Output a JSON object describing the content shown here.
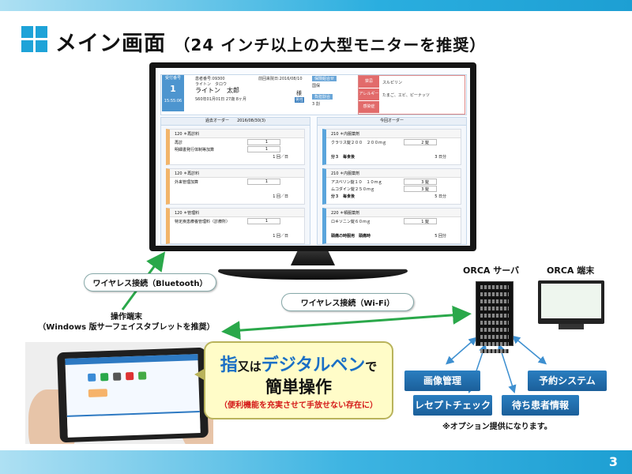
{
  "title": {
    "main": "メイン画面",
    "sub": "（24 インチ以上の大型モニターを推奨）"
  },
  "page_number": "3",
  "monitor_screen": {
    "patient_no_label": "受付番号",
    "patient_no": "1",
    "patient_time": "15:55:06",
    "patient_id": "患者番号:09300",
    "last_visit": "前回来院日:2016/08/10",
    "insurance_label": "保険組合せ",
    "insurance": "国保",
    "kana": "ライトン　タロウ",
    "name": "ライトン　太郎",
    "honorific": "様",
    "dob": "S60年01月01日 27歳 8ヶ月",
    "sex": "男性",
    "burden_label": "負担割合",
    "burden": "3 割",
    "allergy": [
      {
        "label": "禁忌",
        "value": "スルピリン"
      },
      {
        "label": "アレルギー",
        "value": "たまご、エビ、ピーナッツ"
      },
      {
        "label": "感染症",
        "value": ""
      }
    ],
    "left_panel": {
      "title": "過去オーダー",
      "date": "2016/08/30(3)",
      "cards": [
        {
          "code": "120",
          "title": "＊再診料",
          "lines": [
            {
              "name": "再診",
              "qty": "1"
            },
            {
              "name": "明細書発行体制等加算",
              "qty": "1"
            }
          ],
          "total": "1 回／日"
        },
        {
          "code": "120",
          "title": "＊再診料",
          "lines": [
            {
              "name": "外来管理加算",
              "qty": "1"
            }
          ],
          "total": "1 回／日"
        },
        {
          "code": "120",
          "title": "＊管理料",
          "lines": [
            {
              "name": "特定疾患療養管理料（診療所）",
              "qty": "1"
            }
          ],
          "total": "1 回／日"
        }
      ]
    },
    "right_panel": {
      "title": "今回オーダー",
      "cards": [
        {
          "code": "210",
          "title": "＊内服薬剤",
          "lines": [
            {
              "name": "クラリス錠２００　２００ｍｇ",
              "qty": "2 錠"
            }
          ],
          "usage": "分３　毎食後",
          "total": "3 日分"
        },
        {
          "code": "210",
          "title": "＊内服薬剤",
          "lines": [
            {
              "name": "アスベリン錠１０　１０ｍｇ",
              "qty": "3 錠"
            },
            {
              "name": "ムコダイン錠２５０ｍｇ",
              "qty": "3 錠"
            }
          ],
          "usage": "分３　毎食後",
          "total": "5 日分"
        },
        {
          "code": "220",
          "title": "＊頓服薬剤",
          "lines": [
            {
              "name": "ロキソニン錠６０ｍｇ",
              "qty": "1 錠"
            }
          ],
          "usage": "頭痛の時服用　頭痛時",
          "total": "5 回分"
        }
      ]
    }
  },
  "labels": {
    "bluetooth": "ワイヤレス接続（Bluetooth）",
    "wifi": "ワイヤレス接続（Wi-Fi）",
    "terminal_title": "操作端末",
    "terminal_sub": "（Windows 版サーフェイスタブレットを推奨）",
    "orca_server": "ORCA サーバ",
    "orca_terminal": "ORCA 端末"
  },
  "callout": {
    "finger": "指",
    "or": "又は",
    "pen": "デジタルペン",
    "de": "で",
    "easy": "簡単操作",
    "note": "（便利機能を充実させて手放せない存在に）"
  },
  "options": [
    "画像管理",
    "予約システム",
    "レセプトチェック",
    "待ち患者情報"
  ],
  "option_note": "※オプション提供になります。",
  "colors": {
    "accent": "#1ea3d8",
    "option_box": "#1b5f9a",
    "arrow": "#2aa84a",
    "blue_arrow": "#3d8fd0",
    "callout_bg": "#fffcc8",
    "callout_red": "#d41818"
  }
}
